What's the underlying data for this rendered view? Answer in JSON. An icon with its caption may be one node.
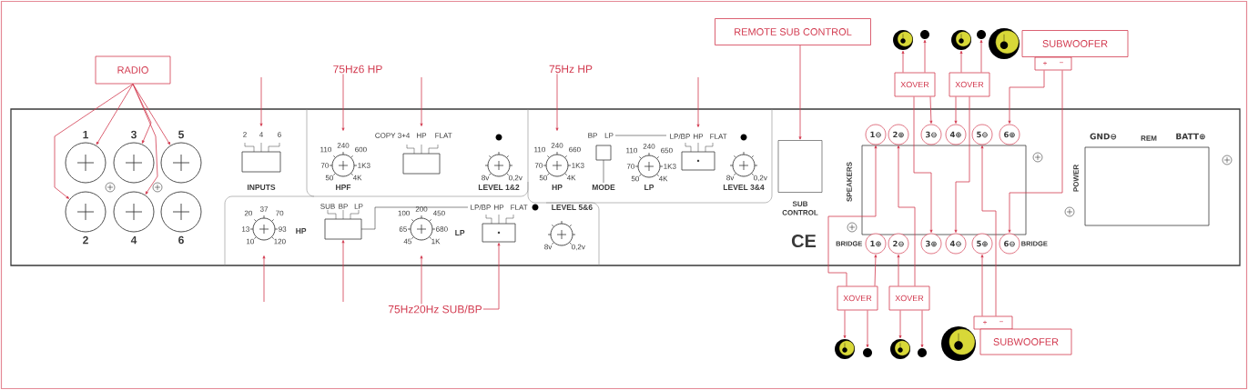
{
  "diagram": {
    "nodes": [
      {
        "text": [
          "RADIO"
        ]
      },
      {
        "text": [
          "1"
        ]
      },
      {
        "text": [
          "3"
        ]
      },
      {
        "text": [
          "5"
        ]
      },
      {
        "text": [
          "2"
        ]
      },
      {
        "text": [
          "4"
        ]
      },
      {
        "text": [
          "6"
        ]
      },
      {
        "text": [
          "2",
          "4",
          "6",
          "INPUTS"
        ]
      },
      {
        "text": [
          "75Hz6 HP"
        ]
      },
      {
        "text": [
          "240",
          "110",
          "600",
          "70",
          "1K3",
          "50",
          "4K",
          "HPF"
        ]
      },
      {
        "text": [
          "COPY 3+4",
          "HP",
          "FLAT"
        ]
      },
      {
        "text": [
          "8v",
          "0,2v",
          "LEVEL 1&2"
        ]
      },
      {
        "text": [
          "75Hz HP"
        ]
      },
      {
        "text": [
          "240",
          "110",
          "660",
          "70",
          "1K3",
          "50",
          "4K",
          "HP"
        ]
      },
      {
        "text": [
          "BP",
          "LP",
          "MODE"
        ]
      },
      {
        "text": [
          "240",
          "110",
          "650",
          "70",
          "1K3",
          "50",
          "4K",
          "LP"
        ]
      },
      {
        "text": [
          "LP/BP",
          "HP",
          "FLAT"
        ]
      },
      {
        "text": [
          "8v",
          "0,2v",
          "LEVEL 3&4"
        ]
      },
      {
        "text": [
          "REMOTE SUB CONTROL"
        ]
      },
      {
        "text": [
          "SUB CONTROL"
        ]
      },
      {
        "text": [
          "37",
          "20",
          "70",
          "13",
          "93",
          "10",
          "120",
          "HP"
        ]
      },
      {
        "text": [
          "SUB",
          "BP",
          "LP"
        ]
      },
      {
        "text": [
          "200",
          "100",
          "450",
          "65",
          "680",
          "45",
          "1K",
          "LP"
        ]
      },
      {
        "text": [
          "LP/BP",
          "HP",
          "FLAT"
        ]
      },
      {
        "text": [
          "75Hz20Hz SUB/BP"
        ]
      },
      {
        "text": [
          "LEVEL 5&6",
          "8v",
          "0,2v"
        ]
      },
      {
        "text": [
          "1⊖"
        ]
      },
      {
        "text": [
          "2⊕"
        ]
      },
      {
        "text": [
          "3⊖"
        ]
      },
      {
        "text": [
          "4⊕"
        ]
      },
      {
        "text": [
          "5⊖"
        ]
      },
      {
        "text": [
          "6⊕"
        ]
      },
      {
        "text": [
          "1⊕"
        ]
      },
      {
        "text": [
          "2⊖"
        ]
      },
      {
        "text": [
          "3⊕"
        ]
      },
      {
        "text": [
          "4⊖"
        ]
      },
      {
        "text": [
          "5⊕"
        ]
      },
      {
        "text": [
          "6⊖"
        ]
      },
      {
        "text": [
          "XOVER"
        ]
      },
      {
        "text": [
          "XOVER"
        ]
      },
      {
        "text": [
          "XOVER"
        ]
      },
      {
        "text": [
          "XOVER"
        ]
      },
      {
        "text": [],
        "shape": "speaker"
      },
      {
        "text": [],
        "shape": "circle"
      },
      {
        "text": [],
        "shape": "speaker"
      },
      {
        "text": [],
        "shape": "circle"
      },
      {
        "text": [],
        "shape": "speaker"
      },
      {
        "text": [
          "SUBWOOFER"
        ]
      },
      {
        "text": [
          "+",
          "−"
        ]
      },
      {
        "text": [],
        "shape": "speaker"
      },
      {
        "text": [],
        "shape": "circle"
      },
      {
        "text": [],
        "shape": "speaker"
      },
      {
        "text": [],
        "shape": "circle"
      },
      {
        "text": [],
        "shape": "speaker"
      },
      {
        "text": [
          "+",
          "−"
        ]
      },
      {
        "text": [
          "SUBWOOFER"
        ]
      }
    ],
    "edges": [
      {
        "from": 0,
        "to": 1,
        "arrow": "to"
      },
      {
        "from": 0,
        "to": 4,
        "arrow": "to"
      },
      {
        "from": 0,
        "to": 2,
        "arrow": "to"
      },
      {
        "from": 0,
        "to": 5,
        "arrow": "to"
      },
      {
        "from": 0,
        "to": 3,
        "arrow": "to"
      },
      {
        "from": null,
        "to": 7,
        "arrow": "to"
      },
      {
        "from": 8,
        "to": 9,
        "arrow": "to"
      },
      {
        "from": null,
        "to": 10,
        "arrow": "to"
      },
      {
        "from": 12,
        "to": 13,
        "arrow": "to"
      },
      {
        "from": null,
        "to": 16,
        "arrow": "to"
      },
      {
        "from": 18,
        "to": 19,
        "arrow": "to"
      },
      {
        "from": null,
        "to": 20,
        "arrow": "to"
      },
      {
        "from": null,
        "to": 21,
        "arrow": "to"
      },
      {
        "from": 24,
        "to": 22,
        "arrow": "to"
      },
      {
        "from": 24,
        "to": 23,
        "arrow": "to"
      },
      {
        "from": 38,
        "to": 42,
        "arrow": "to"
      },
      {
        "from": 38,
        "to": 43,
        "arrow": "to"
      },
      {
        "from": 39,
        "to": 44,
        "arrow": "to"
      },
      {
        "from": 39,
        "to": 45,
        "arrow": "to"
      },
      {
        "from": 38,
        "to": 28,
        "arrow": "to"
      },
      {
        "from": 38,
        "to": 34,
        "arrow": "to"
      },
      {
        "from": 39,
        "to": 29,
        "arrow": "to"
      },
      {
        "from": 39,
        "to": 35,
        "arrow": "to"
      },
      {
        "from": 48,
        "to": 31,
        "arrow": "to"
      },
      {
        "from": 48,
        "to": 37,
        "arrow": "to"
      },
      {
        "from": 40,
        "to": 49,
        "arrow": "to"
      },
      {
        "from": 40,
        "to": 50,
        "arrow": "to"
      },
      {
        "from": 41,
        "to": 51,
        "arrow": "to"
      },
      {
        "from": 41,
        "to": 52,
        "arrow": "to"
      },
      {
        "from": 40,
        "to": 32,
        "arrow": "to"
      },
      {
        "from": 40,
        "to": 26,
        "arrow": "to"
      },
      {
        "from": 41,
        "to": 33,
        "arrow": "to"
      },
      {
        "from": 41,
        "to": 27,
        "arrow": "to"
      },
      {
        "from": 54,
        "to": 36,
        "arrow": "to"
      },
      {
        "from": 54,
        "to": 30,
        "arrow": "to"
      }
    ],
    "labels": [
      "GND⊖",
      "REM",
      "BATT⊕",
      "POWER",
      "SPEAKERS",
      "CE",
      "BRIDGE",
      "BRIDGE"
    ]
  }
}
